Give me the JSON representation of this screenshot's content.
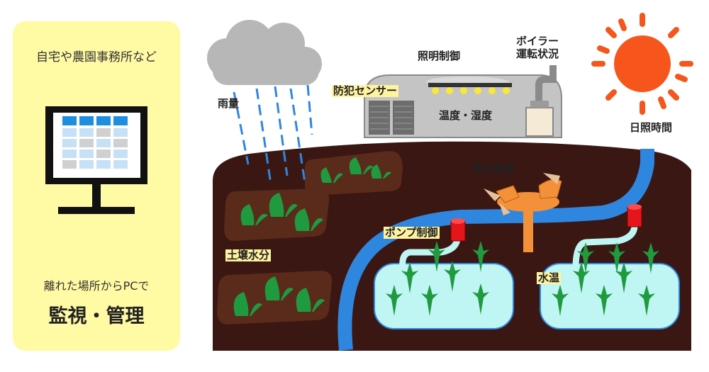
{
  "panel": {
    "top_text": "自宅や農園事務所など",
    "bottom_text": "離れた場所からPCで",
    "main_text": "監視・管理"
  },
  "labels": {
    "rain": "雨量",
    "security": "防犯センサー",
    "lighting": "照明制御",
    "boiler_line1": "ボイラー",
    "boiler_line2": "運転状況",
    "temp_humidity": "温度・湿度",
    "sunshine": "日照時間",
    "wind": "風向風速",
    "pump": "ポンプ制御",
    "soil": "土壌水分",
    "water_temp": "水温"
  },
  "colors": {
    "panel_bg": "#fffaa3",
    "ground": "#3a1712",
    "field": "#5a2a1a",
    "river": "#2f86df",
    "paddy": "#bff5f2",
    "plant": "#1f9a3f",
    "sun": "#f6551b",
    "cloud": "#b7b7b7",
    "rain": "#2f86df",
    "greenhouse": "#c4c4c4",
    "lights": "#f7e83a",
    "wind_meter": "#f2913a",
    "pump": "#e5161b"
  }
}
